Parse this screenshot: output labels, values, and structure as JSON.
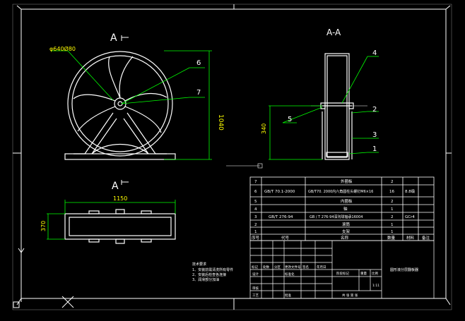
{
  "views": {
    "front_label": "A",
    "section_label": "A-A",
    "plan_label": "A"
  },
  "dimensions": {
    "dia": "φ640Ø80",
    "height": "1040",
    "section_height": "340",
    "length": "1150",
    "width": "370"
  },
  "callouts": [
    "6",
    "7",
    "4",
    "5",
    "2",
    "3",
    "1"
  ],
  "bom": {
    "rows": [
      {
        "no": "7",
        "code": "",
        "name": "外圈板",
        "qty": "2",
        "material": "",
        "remark": ""
      },
      {
        "no": "6",
        "code": "GB/T 70.1-2000",
        "name": "GB/T70. 2000内六角圆柱头螺钉M6×16",
        "qty": "16",
        "material": "8.8级",
        "remark": ""
      },
      {
        "no": "5",
        "code": "",
        "name": "内圈板",
        "qty": "2",
        "material": "",
        "remark": ""
      },
      {
        "no": "4",
        "code": "",
        "name": "轴",
        "qty": "1",
        "material": "",
        "remark": ""
      },
      {
        "no": "3",
        "code": "GB/T 276-94",
        "name": "GB / T 276-94深沟球轴承16004",
        "qty": "2",
        "material": "GCr4",
        "remark": ""
      },
      {
        "no": "2",
        "code": "",
        "name": "滚筒",
        "qty": "1",
        "material": "",
        "remark": ""
      },
      {
        "no": "1",
        "code": "",
        "name": "支架",
        "qty": "1",
        "material": "",
        "remark": ""
      }
    ],
    "header": [
      "序号",
      "代号",
      "名称",
      "数量",
      "材料",
      "备注"
    ]
  },
  "notes": {
    "title": "技术要求",
    "lines": [
      "1、安装前需清洗所有零件",
      "2、安装后检查各连接",
      "3、润滑部分加油"
    ]
  },
  "title_block": {
    "labels": [
      "标记",
      "处数",
      "分区",
      "更改文件号",
      "签名",
      "年月日",
      "设计",
      "标准化",
      "审核",
      "工艺",
      "批准"
    ],
    "stage": [
      "阶段标记",
      "重量",
      "比例"
    ],
    "scale": "1:11",
    "sheet": "共 张 第 张",
    "drawing_name": "圆形滚分层翻板器"
  },
  "colors": {
    "background": "#000000",
    "lines": "#ffffff",
    "leaders": "#00ff00",
    "highlight": "#ffff00"
  }
}
